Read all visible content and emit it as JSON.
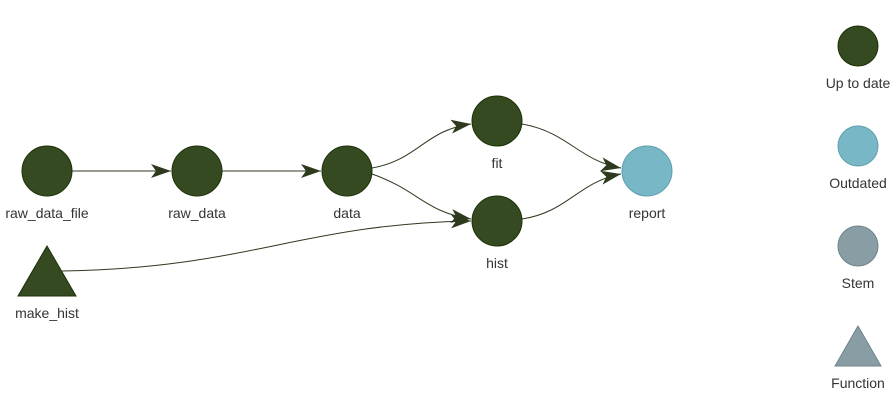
{
  "colors": {
    "up_to_date": "#354A21",
    "outdated": "#78B7C5",
    "stem": "#899DA4",
    "function": "#899DA4",
    "edge": "#2E3A1E"
  },
  "nodes": {
    "raw_data_file": {
      "label": "raw_data_file",
      "status": "up_to_date",
      "shape": "circle"
    },
    "raw_data": {
      "label": "raw_data",
      "status": "up_to_date",
      "shape": "circle"
    },
    "data": {
      "label": "data",
      "status": "up_to_date",
      "shape": "circle"
    },
    "fit": {
      "label": "fit",
      "status": "up_to_date",
      "shape": "circle"
    },
    "hist": {
      "label": "hist",
      "status": "up_to_date",
      "shape": "circle"
    },
    "report": {
      "label": "report",
      "status": "outdated",
      "shape": "circle"
    },
    "make_hist": {
      "label": "make_hist",
      "status": "up_to_date",
      "shape": "triangle"
    }
  },
  "edges": [
    {
      "from": "raw_data_file",
      "to": "raw_data"
    },
    {
      "from": "raw_data",
      "to": "data"
    },
    {
      "from": "data",
      "to": "fit"
    },
    {
      "from": "data",
      "to": "hist"
    },
    {
      "from": "make_hist",
      "to": "hist"
    },
    {
      "from": "fit",
      "to": "report"
    },
    {
      "from": "hist",
      "to": "report"
    }
  ],
  "legend": {
    "up_to_date": {
      "label": "Up to date"
    },
    "outdated": {
      "label": "Outdated"
    },
    "stem": {
      "label": "Stem"
    },
    "function": {
      "label": "Function"
    }
  }
}
